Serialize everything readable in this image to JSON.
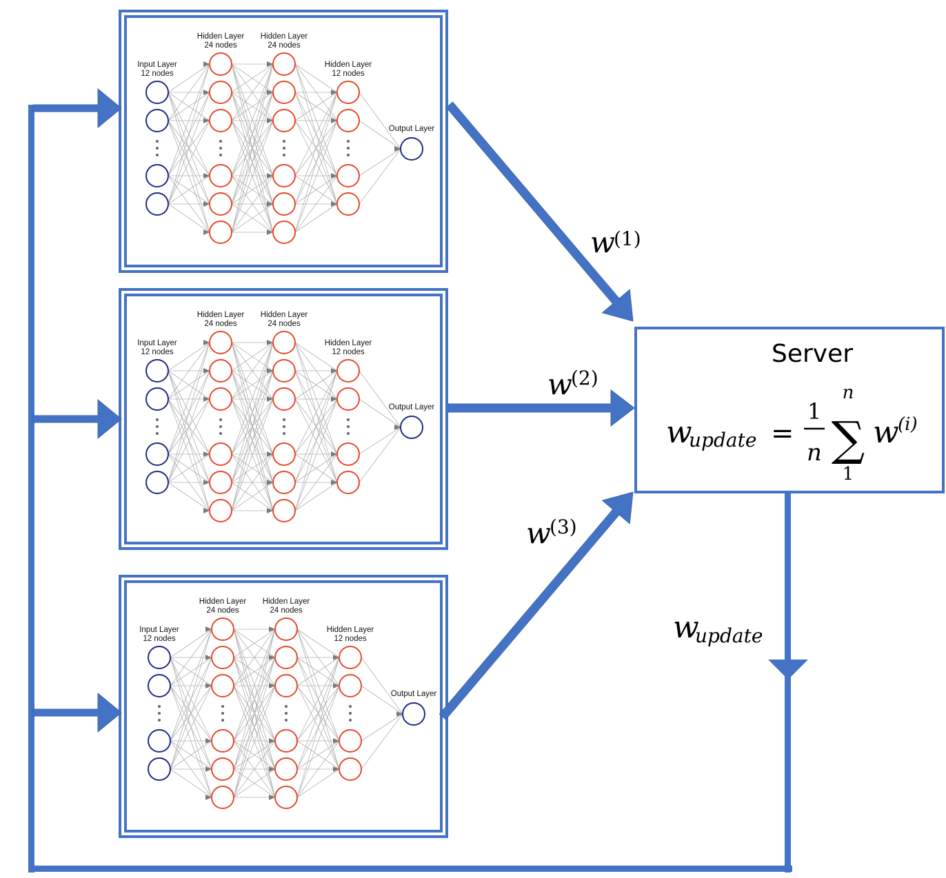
{
  "colors": {
    "arrow_blue": "#4472c4",
    "input_node": "#1b2a8a",
    "hidden_node": "#e8482a",
    "edge_gray": "#b0b0b0"
  },
  "clients": [
    {
      "input_label": [
        "Input Layer",
        "12 nodes"
      ],
      "hidden1_label": [
        "Hidden Layer",
        "24 nodes"
      ],
      "hidden2_label": [
        "Hidden Layer",
        "24 nodes"
      ],
      "hidden3_label": [
        "Hidden Layer",
        "12 nodes"
      ],
      "output_label": "Output Layer",
      "weight_base": "w",
      "weight_sup": "(1)"
    },
    {
      "input_label": [
        "Input Layer",
        "12 nodes"
      ],
      "hidden1_label": [
        "Hidden Layer",
        "24 nodes"
      ],
      "hidden2_label": [
        "Hidden Layer",
        "24 nodes"
      ],
      "hidden3_label": [
        "Hidden Layer",
        "12 nodes"
      ],
      "output_label": "Output Layer",
      "weight_base": "w",
      "weight_sup": "(2)"
    },
    {
      "input_label": [
        "Input Layer",
        "12 nodes"
      ],
      "hidden1_label": [
        "Hidden Layer",
        "24 nodes"
      ],
      "hidden2_label": [
        "Hidden Layer",
        "24 nodes"
      ],
      "hidden3_label": [
        "Hidden Layer",
        "12 nodes"
      ],
      "output_label": "Output Layer",
      "weight_base": "w",
      "weight_sup": "(3)"
    }
  ],
  "server": {
    "title": "Server",
    "formula": {
      "lhs_base": "w",
      "lhs_sub": "update",
      "equals": "=",
      "frac_num": "1",
      "frac_den": "n",
      "sum_symbol": "∑",
      "sum_upper": "n",
      "sum_lower": "1",
      "term_base": "w",
      "term_sup": "(i)"
    }
  },
  "update_label": {
    "base": "w",
    "sub": "update"
  }
}
